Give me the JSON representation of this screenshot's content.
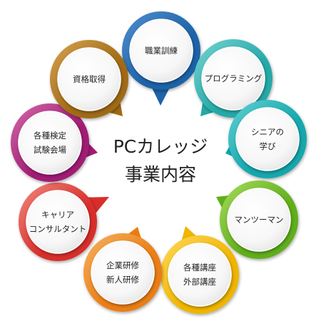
{
  "center": {
    "title_lines": [
      "PCカレッジ",
      "事業内容"
    ]
  },
  "nodes": [
    {
      "id": "vocational-training",
      "lines": [
        "職業訓練"
      ],
      "color": "#1e63a8",
      "light": "#4f8ed0"
    },
    {
      "id": "programming",
      "lines": [
        "プログラミング"
      ],
      "color": "#25a9a8",
      "light": "#76d4d2"
    },
    {
      "id": "senior-learning",
      "lines": [
        "シニアの",
        "学び"
      ],
      "color": "#12a7ac",
      "light": "#62d0d2"
    },
    {
      "id": "one-on-one",
      "lines": [
        "マンツーマン"
      ],
      "color": "#61ae1c",
      "light": "#a6dc5c"
    },
    {
      "id": "courses",
      "lines": [
        "各種講座",
        "外部講座"
      ],
      "color": "#efb500",
      "light": "#ffd85a"
    },
    {
      "id": "corporate-training",
      "lines": [
        "企業研修",
        "新人研修"
      ],
      "color": "#ea7d12",
      "light": "#f6b161"
    },
    {
      "id": "career-consultant",
      "lines": [
        "キャリア",
        "コンサルタント"
      ],
      "color": "#d82e2b",
      "light": "#f08a7e"
    },
    {
      "id": "exam-venue",
      "lines": [
        "各種検定",
        "試験会場"
      ],
      "color": "#a11c74",
      "light": "#d26aaa"
    },
    {
      "id": "qualifications",
      "lines": [
        "資格取得"
      ],
      "color": "#a06a12",
      "light": "#d7a354"
    }
  ]
}
